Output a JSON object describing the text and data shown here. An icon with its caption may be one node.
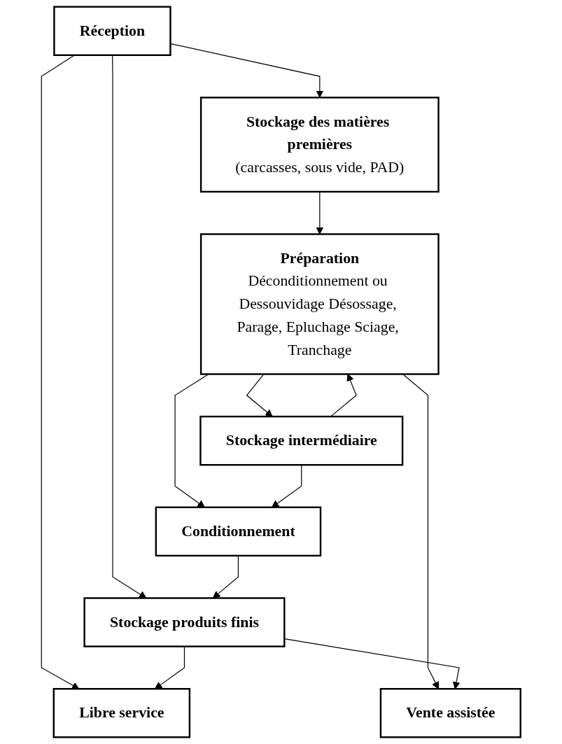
{
  "diagram": {
    "nodes": [
      {
        "text": [
          "Réception"
        ]
      },
      {
        "text": [
          "Stockage des matières premières",
          "(carcasses, sous vide, PAD)"
        ]
      },
      {
        "text": [
          "Préparation",
          "Déconditionnement ou Dessouvidage Désossage, Parage, Epluchage Sciage, Tranchage"
        ]
      },
      {
        "text": [
          "Stockage intermédiaire"
        ]
      },
      {
        "text": [
          "Conditionnement"
        ]
      },
      {
        "text": [
          "Stockage produits finis"
        ]
      },
      {
        "text": [
          "Libre service"
        ]
      },
      {
        "text": [
          "Vente assistée"
        ]
      }
    ],
    "edges": [
      {
        "from": 0,
        "to": 6,
        "arrow": "to"
      },
      {
        "from": 0,
        "to": 5,
        "arrow": "to"
      },
      {
        "from": 0,
        "to": 1,
        "arrow": "to"
      },
      {
        "from": 1,
        "to": 2,
        "arrow": "to"
      },
      {
        "from": 3,
        "to": 2,
        "arrow": "to"
      },
      {
        "from": 2,
        "to": 3,
        "arrow": "to"
      },
      {
        "from": 2,
        "to": 7,
        "arrow": "to"
      },
      {
        "from": 2,
        "to": 4,
        "arrow": "to"
      },
      {
        "from": 3,
        "to": 4,
        "arrow": "to"
      },
      {
        "from": 4,
        "to": 5,
        "arrow": "to"
      },
      {
        "from": 5,
        "to": 6,
        "arrow": "to"
      },
      {
        "from": 5,
        "to": 7,
        "arrow": "to"
      }
    ]
  }
}
